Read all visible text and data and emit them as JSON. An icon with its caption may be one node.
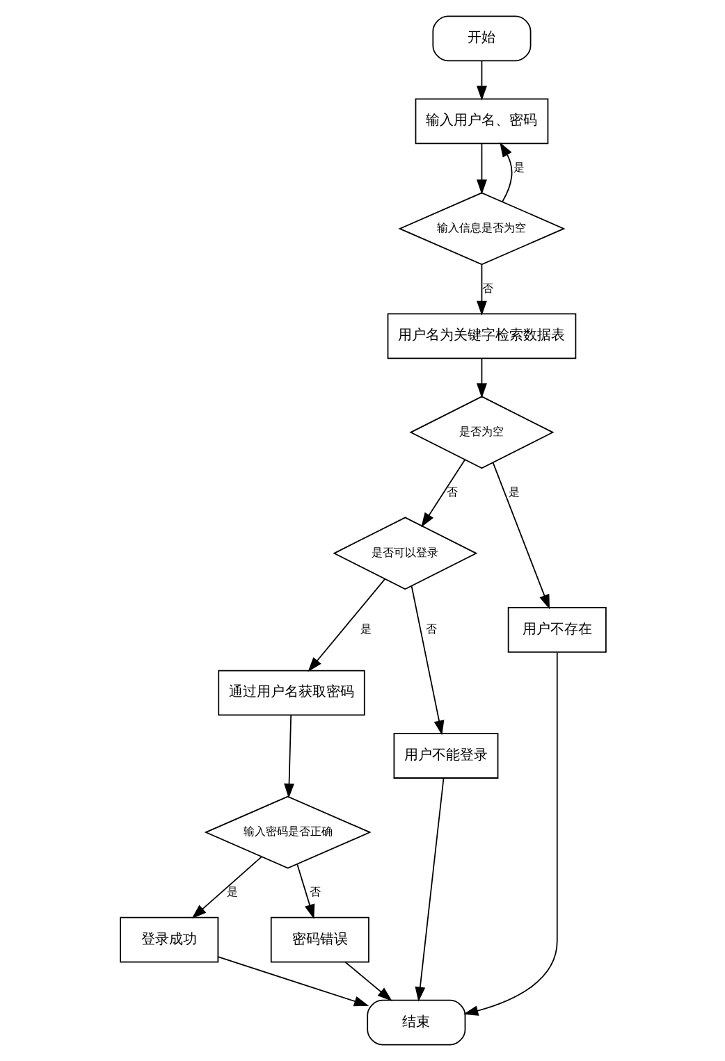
{
  "diagram": {
    "nodes": [
      {
        "text": [
          "开始"
        ]
      },
      {
        "text": [
          "输入用户名、密码"
        ]
      },
      {
        "text": [
          "输入信息是否为空"
        ]
      },
      {
        "text": [
          "用户名为关键字检索数据表"
        ]
      },
      {
        "text": [
          "是否为空"
        ]
      },
      {
        "text": [
          "是否可以登录"
        ]
      },
      {
        "text": [
          "用户不存在"
        ]
      },
      {
        "text": [
          "通过用户名获取密码"
        ]
      },
      {
        "text": [
          "用户不能登录"
        ]
      },
      {
        "text": [
          "输入密码是否正确"
        ]
      },
      {
        "text": [
          "登录成功"
        ]
      },
      {
        "text": [
          "密码错误"
        ]
      },
      {
        "text": [
          "结束"
        ]
      }
    ],
    "edges": [
      {
        "from": 0,
        "to": 1,
        "arrow": "to"
      },
      {
        "from": 1,
        "to": 2,
        "arrow": "to"
      },
      {
        "from": 2,
        "to": 1,
        "arrow": "to",
        "label": "是"
      },
      {
        "from": 2,
        "to": 3,
        "arrow": "to",
        "label": "否"
      },
      {
        "from": 3,
        "to": 4,
        "arrow": "to"
      },
      {
        "from": 4,
        "to": 6,
        "arrow": "to",
        "label": "是"
      },
      {
        "from": 4,
        "to": 5,
        "arrow": "to",
        "label": "否"
      },
      {
        "from": 5,
        "to": 7,
        "arrow": "to",
        "label": "是"
      },
      {
        "from": 5,
        "to": 8,
        "arrow": "to",
        "label": "否"
      },
      {
        "from": 7,
        "to": 9,
        "arrow": "to"
      },
      {
        "from": 9,
        "to": 10,
        "arrow": "to",
        "label": "是"
      },
      {
        "from": 9,
        "to": 11,
        "arrow": "to",
        "label": "否"
      },
      {
        "from": 6,
        "to": 12,
        "arrow": "to"
      },
      {
        "from": 10,
        "to": 12,
        "arrow": "to"
      },
      {
        "from": 11,
        "to": 12,
        "arrow": "to"
      },
      {
        "from": 8,
        "to": 12,
        "arrow": "to"
      }
    ]
  }
}
